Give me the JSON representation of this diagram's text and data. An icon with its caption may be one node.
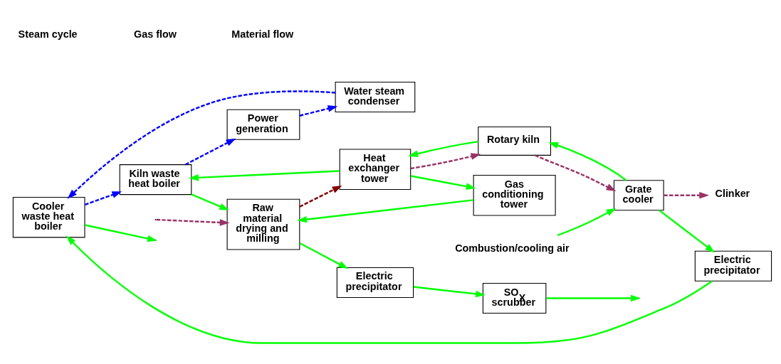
{
  "diagram": {
    "nodes": [
      {
        "text": [
          "Cooler waste heat boiler"
        ]
      },
      {
        "text": [
          "Electric precipitator"
        ]
      },
      {
        "text": [
          "Kiln waste heat boiler"
        ]
      },
      {
        "text": [
          "Heat exchanger tower"
        ]
      },
      {
        "text": [
          "Gas conditioning tower"
        ]
      },
      {
        "text": [
          "SO$_{X}$ scrubber"
        ]
      },
      {
        "text": [
          "Electric precipitator"
        ]
      },
      {
        "text": [
          "Rotary kiln"
        ]
      },
      {
        "text": [
          "Grate cooler"
        ]
      },
      {
        "text": [
          "Power generation"
        ]
      },
      {
        "text": [
          "Raw material drying and milling"
        ]
      },
      {
        "text": [
          "Clinker"
        ]
      },
      {
        "text": [
          "Combustion/cooling air"
        ]
      },
      {
        "text": [
          "Water steam condenser"
        ]
      }
    ],
    "edges": [
      {
        "from": 0,
        "to": null,
        "arrow": "to"
      },
      {
        "from": 1,
        "to": 0,
        "arrow": "to"
      },
      {
        "from": 8,
        "to": 1,
        "arrow": "to"
      },
      {
        "from": 8,
        "to": 7,
        "arrow": "to"
      },
      {
        "from": 12,
        "to": 8,
        "arrow": "to"
      },
      {
        "from": 7,
        "to": 3,
        "arrow": "to"
      },
      {
        "from": 3,
        "to": 2,
        "arrow": "to"
      },
      {
        "from": 3,
        "to": 4,
        "arrow": "to"
      },
      {
        "from": 2,
        "to": 10,
        "arrow": "to"
      },
      {
        "from": 4,
        "to": 10,
        "arrow": "to"
      },
      {
        "from": 10,
        "to": 6,
        "arrow": "to"
      },
      {
        "from": 6,
        "to": 5,
        "arrow": "to"
      },
      {
        "from": 5,
        "to": null,
        "arrow": "to"
      },
      {
        "from": 0,
        "to": 2,
        "arrow": "to",
        "style": "dashed",
        "color": "#0000ff"
      },
      {
        "from": 2,
        "to": 9,
        "arrow": "to",
        "style": "dashed",
        "color": "#0000ff"
      },
      {
        "from": 9,
        "to": 13,
        "arrow": "to",
        "style": "dashed",
        "color": "#0000ff"
      },
      {
        "from": 13,
        "to": 0,
        "arrow": "to",
        "style": "dashed",
        "color": "#0000ff"
      },
      {
        "from": 3,
        "to": 7,
        "arrow": "to",
        "style": "dashed",
        "color": "#993366"
      },
      {
        "from": 7,
        "to": 8,
        "arrow": "to",
        "style": "dashed",
        "color": "#993366"
      },
      {
        "from": 8,
        "to": 11,
        "arrow": "to",
        "style": "dashed",
        "color": "#993366"
      },
      {
        "from": null,
        "to": 10,
        "arrow": "to",
        "style": "dashed",
        "color": "#993366"
      },
      {
        "from": 10,
        "to": 3,
        "arrow": "to",
        "style": "dashed",
        "color": "#800000"
      }
    ],
    "legend": [
      {
        "text": "Steam cycle"
      },
      {
        "text": "Gas flow"
      },
      {
        "text": "Material flow"
      }
    ]
  }
}
